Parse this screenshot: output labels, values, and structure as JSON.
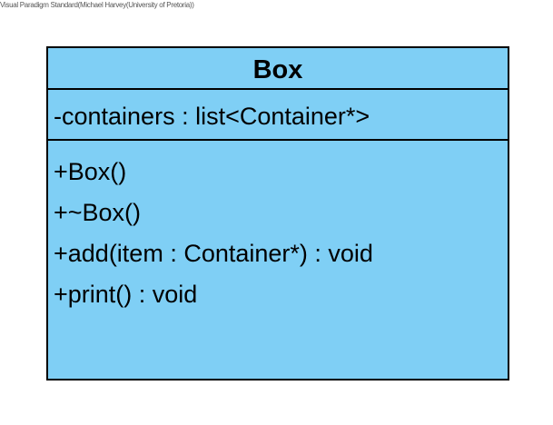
{
  "watermark": "Visual Paradigm Standard(Michael Harvey(University of Pretoria))",
  "class": {
    "name": "Box",
    "fill_color": "#7fcff5",
    "attributes": [
      "-containers : list<Container*>"
    ],
    "operations": [
      "+Box()",
      "+~Box()",
      "+add(item : Container*) : void",
      "+print() : void"
    ]
  }
}
